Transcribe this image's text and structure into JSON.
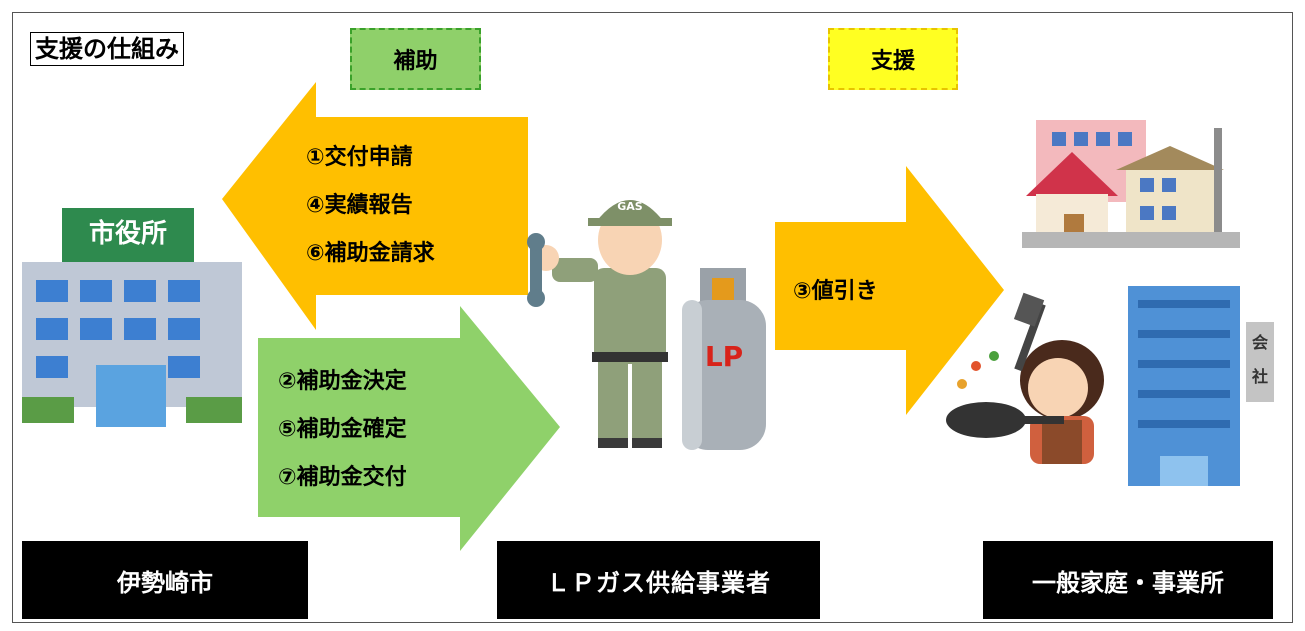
{
  "title": "支援の仕組み",
  "badges": {
    "hojo": "補助",
    "shien": "支援"
  },
  "arrows": {
    "left": [
      "①交付申請",
      "④実績報告",
      "⑥補助金請求"
    ],
    "green": [
      "②補助金決定",
      "⑤補助金確定",
      "⑦補助金交付"
    ],
    "right": "③値引き"
  },
  "city_hall_sign": "市役所",
  "worker_cap": "GAS",
  "tank_label": "LP",
  "company_sign": "会社",
  "labels": {
    "city": "伊勢崎市",
    "lp": "ＬＰガス供給事業者",
    "home": "一般家庭・事業所"
  },
  "colors": {
    "orange_arrow": "#ffbf00",
    "green_arrow": "#8fd16a",
    "badge_green": "#8fd06a",
    "badge_yellow": "#ffff22"
  }
}
